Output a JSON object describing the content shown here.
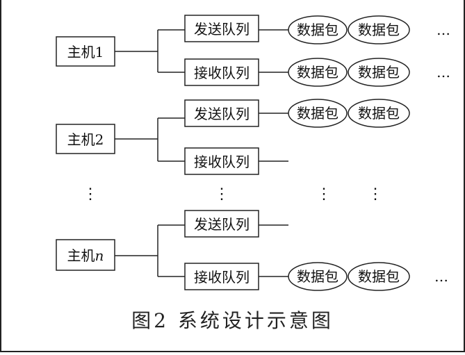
{
  "hosts": [
    {
      "label": "主机1",
      "queues": [
        {
          "label": "发送队列",
          "packets": [
            "数据包",
            "数据包"
          ],
          "ellipsis": "…"
        },
        {
          "label": "接收队列",
          "packets": [
            "数据包",
            "数据包"
          ],
          "ellipsis": "…"
        }
      ]
    },
    {
      "label": "主机2",
      "queues": [
        {
          "label": "发送队列",
          "packets": [
            "数据包",
            "数据包"
          ],
          "ellipsis": ""
        },
        {
          "label": "接收队列",
          "packets": [],
          "ellipsis": ""
        }
      ]
    },
    {
      "label_prefix": "主机",
      "label_var": "n",
      "queues": [
        {
          "label": "发送队列",
          "packets": [],
          "ellipsis": ""
        },
        {
          "label": "接收队列",
          "packets": [
            "数据包",
            "数据包"
          ],
          "ellipsis": "…"
        }
      ]
    }
  ],
  "vdots": "⋮",
  "caption": "图2  系统设计示意图"
}
